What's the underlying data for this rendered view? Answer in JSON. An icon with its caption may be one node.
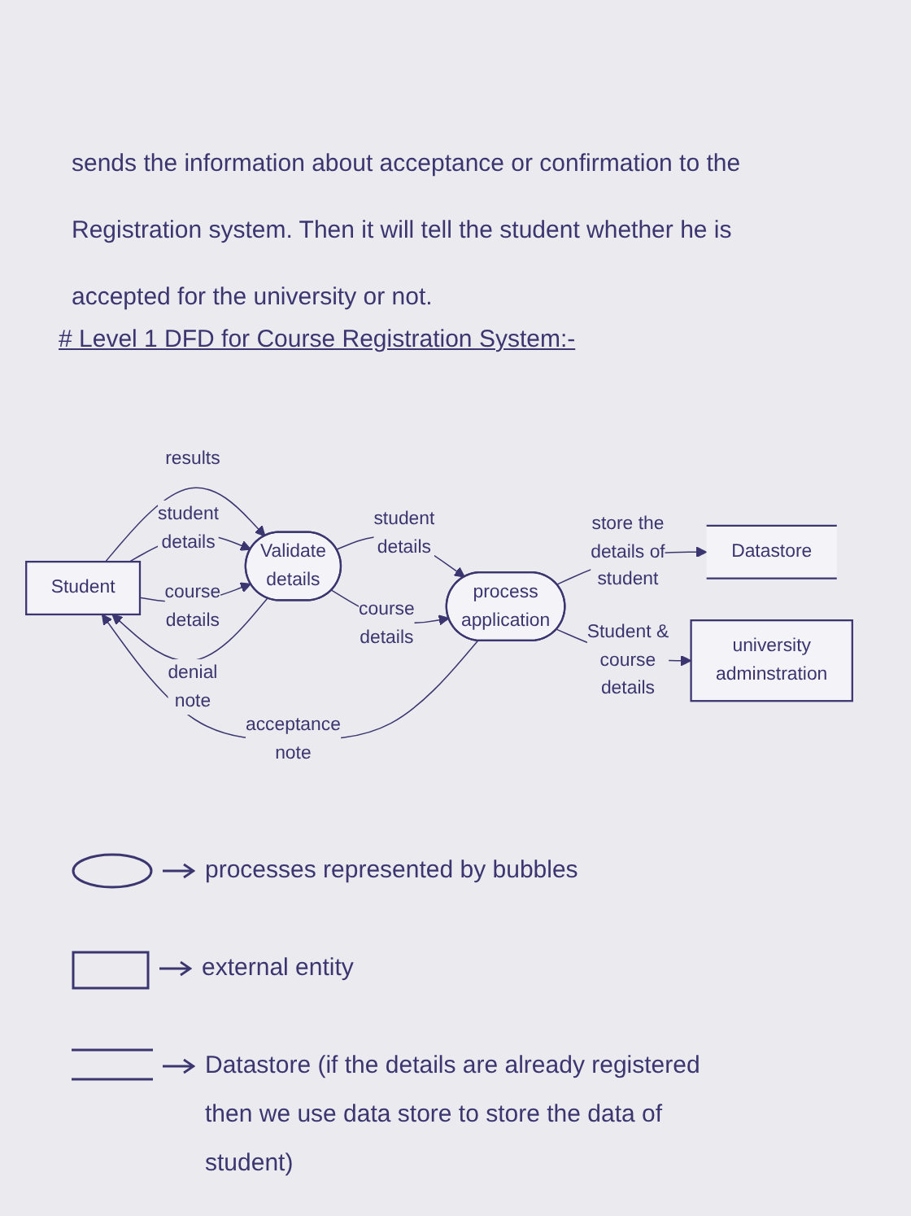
{
  "diagram": {
    "title": "# Level 1 DFD for Course Registration System:-",
    "nodes": [
      {
        "text": [
          "Student"
        ]
      },
      {
        "text": [
          "Validate details"
        ]
      },
      {
        "text": [
          "process application"
        ]
      },
      {
        "text": [
          "university adminstration"
        ]
      },
      {
        "text": [
          "Datastore"
        ]
      }
    ],
    "edges": [
      {
        "from": 0,
        "to": 1,
        "arrow": "to",
        "label": "results"
      },
      {
        "from": 0,
        "to": 1,
        "arrow": "to",
        "label": "student details"
      },
      {
        "from": 0,
        "to": 1,
        "arrow": "to",
        "label": "course details"
      },
      {
        "from": 1,
        "to": 0,
        "arrow": "to",
        "label": "denial note"
      },
      {
        "from": 1,
        "to": 2,
        "arrow": "to",
        "label": "student details"
      },
      {
        "from": 1,
        "to": 2,
        "arrow": "to",
        "label": "course details"
      },
      {
        "from": 2,
        "to": 0,
        "arrow": "to",
        "label": "acceptance note"
      },
      {
        "from": 2,
        "to": 4,
        "arrow": "to",
        "label": "store the details of student"
      },
      {
        "from": 2,
        "to": 3,
        "arrow": "to",
        "label": "Student & course details"
      }
    ],
    "labels": [
      "sends the information about acceptance or confirmation to the Registration system. Then it will tell the student whether he is accepted for the university or not."
    ],
    "legend": [
      {
        "text": "processes represented by bubbles"
      },
      {
        "text": "external entity"
      },
      {
        "text": "Datastore (if the details are already registered then we use data store to store the data of student)"
      }
    ]
  }
}
